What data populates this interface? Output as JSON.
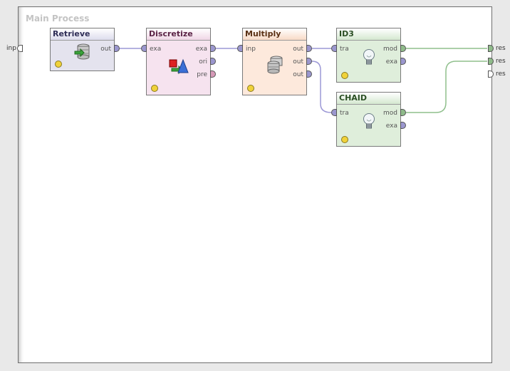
{
  "process": {
    "title": "Main Process"
  },
  "left_ports": [
    {
      "label": "inp"
    }
  ],
  "right_ports": [
    {
      "label": "res"
    },
    {
      "label": "res"
    },
    {
      "label": "res"
    }
  ],
  "operators": {
    "retrieve": {
      "title": "Retrieve",
      "ports_out": [
        "out"
      ]
    },
    "discretize": {
      "title": "Discretize",
      "ports_in": [
        "exa"
      ],
      "ports_out": [
        "exa",
        "ori",
        "pre"
      ]
    },
    "multiply": {
      "title": "Multiply",
      "ports_in": [
        "inp"
      ],
      "ports_out": [
        "out",
        "out",
        "out"
      ]
    },
    "id3": {
      "title": "ID3",
      "ports_in": [
        "tra"
      ],
      "ports_out": [
        "mod",
        "exa"
      ]
    },
    "chaid": {
      "title": "CHAID",
      "ports_in": [
        "tra"
      ],
      "ports_out": [
        "mod",
        "exa"
      ]
    }
  },
  "colors": {
    "example_port": "#9b97cf",
    "model_port": "#8fbb8a",
    "preprocessing_port": "#d69ab8",
    "example_wire": "#9c98d6",
    "model_wire": "#8fbf8c",
    "status_indicator": "#f0d23a"
  },
  "icons": {
    "retrieve": "database-retrieve-icon",
    "discretize": "discretize-shapes-icon",
    "multiply": "multiply-database-icon",
    "id3": "lightbulb-icon",
    "chaid": "lightbulb-icon"
  }
}
